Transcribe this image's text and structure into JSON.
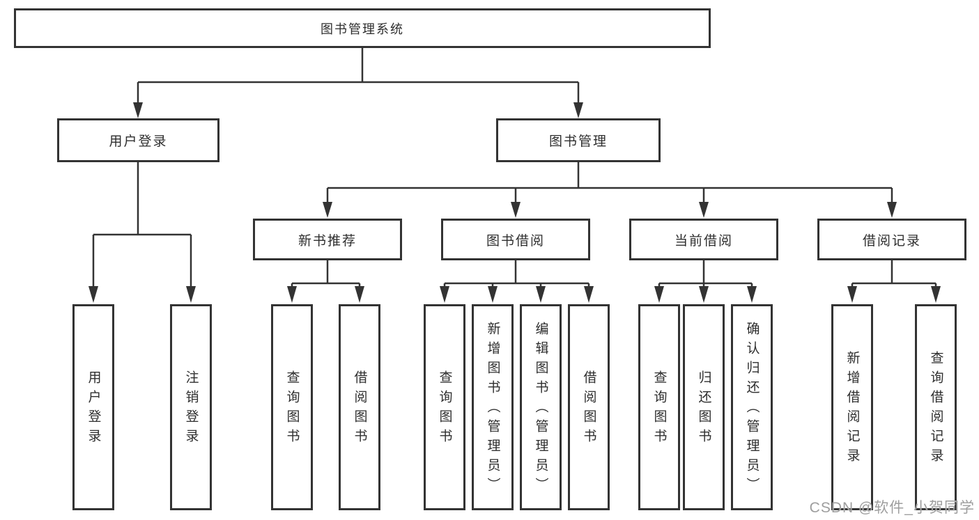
{
  "diagram": {
    "root": {
      "label": "图书管理系统"
    },
    "branches": [
      {
        "label": "用户登录",
        "children": [
          {
            "label": "用户登录"
          },
          {
            "label": "注销登录"
          }
        ]
      },
      {
        "label": "图书管理",
        "children": [
          {
            "label": "新书推荐",
            "children": [
              {
                "label": "查询图书"
              },
              {
                "label": "借阅图书"
              }
            ]
          },
          {
            "label": "图书借阅",
            "children": [
              {
                "label": "查询图书"
              },
              {
                "label": "新增图书（管理员）"
              },
              {
                "label": "编辑图书（管理员）"
              },
              {
                "label": "借阅图书"
              }
            ]
          },
          {
            "label": "当前借阅",
            "children": [
              {
                "label": "查询图书"
              },
              {
                "label": "归还图书"
              },
              {
                "label": "确认归还（管理员）"
              }
            ]
          },
          {
            "label": "借阅记录",
            "children": [
              {
                "label": "新增借阅记录"
              },
              {
                "label": "查询借阅记录"
              }
            ]
          }
        ]
      }
    ],
    "style": {
      "line_color": "#333333",
      "text_color": "#2e2e2e",
      "box_background": "#ffffff"
    }
  },
  "watermark": {
    "text": "CSDN @软件_小贺同学",
    "color": "#9e9e9e"
  }
}
